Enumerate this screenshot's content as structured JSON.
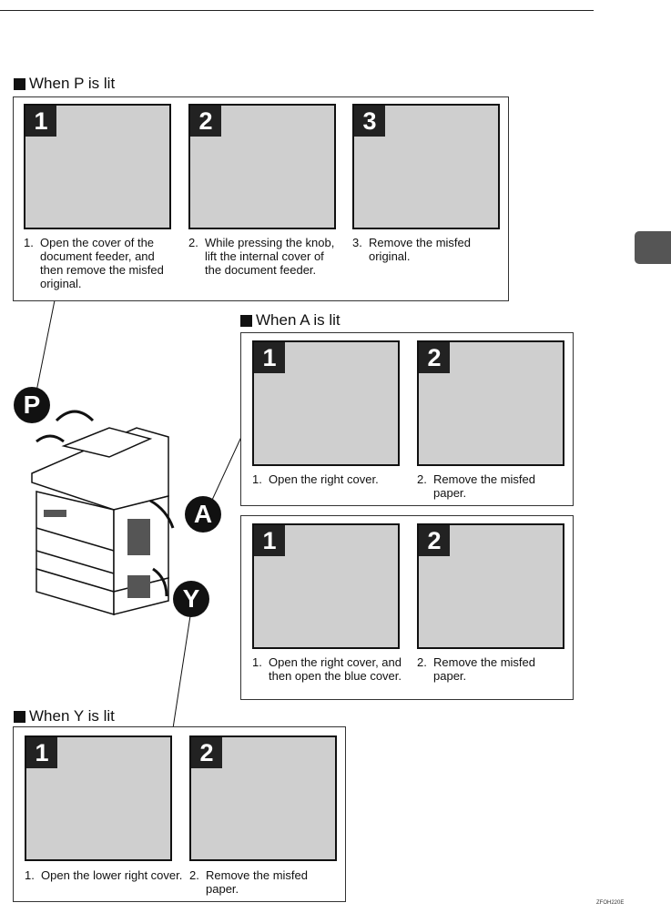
{
  "sections": {
    "p": {
      "heading": "When P is lit",
      "steps": [
        {
          "badge": "1",
          "num": "1.",
          "text": "Open the cover of the document feeder, and then remove the misfed original."
        },
        {
          "badge": "2",
          "num": "2.",
          "text": "While pressing the knob, lift the internal cover of the document feeder."
        },
        {
          "badge": "3",
          "num": "3.",
          "text": "Remove the misfed original."
        }
      ]
    },
    "a": {
      "heading": "When A is lit",
      "group1": [
        {
          "badge": "1",
          "num": "1.",
          "text": "Open the right cover."
        },
        {
          "badge": "2",
          "num": "2.",
          "text": "Remove the misfed paper."
        }
      ],
      "group2": [
        {
          "badge": "1",
          "num": "1.",
          "text": "Open the right cover, and then open the blue cover."
        },
        {
          "badge": "2",
          "num": "2.",
          "text": "Remove the misfed paper."
        }
      ]
    },
    "y": {
      "heading": "When Y is lit",
      "steps": [
        {
          "badge": "1",
          "num": "1.",
          "text": "Open the lower right cover."
        },
        {
          "badge": "2",
          "num": "2.",
          "text": "Remove the misfed paper."
        }
      ]
    }
  },
  "machine_labels": {
    "p": "P",
    "a": "A",
    "y": "Y"
  },
  "figure_code": "ZFOH220E"
}
